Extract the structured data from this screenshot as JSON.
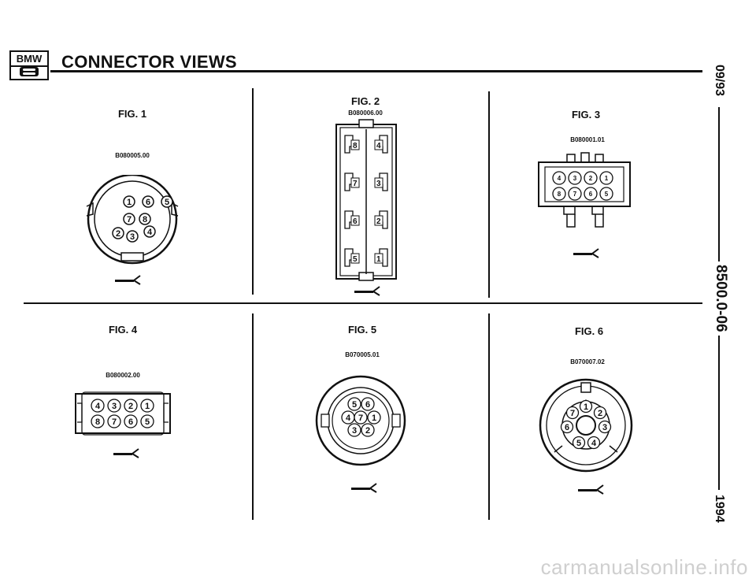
{
  "header": {
    "logo_top": "BMW",
    "logo_bottom": "8",
    "title": "CONNECTOR VIEWS"
  },
  "side": {
    "date": "09/93",
    "page": "8500.0-06",
    "year": "1994"
  },
  "figures": [
    {
      "label": "FIG. 1",
      "code": "B080005.00"
    },
    {
      "label": "FIG. 2",
      "code": "B080006.00"
    },
    {
      "label": "FIG. 3",
      "code": "B080001.01"
    },
    {
      "label": "FIG. 4",
      "code": "B080002.00"
    },
    {
      "label": "FIG. 5",
      "code": "B070005.01"
    },
    {
      "label": "FIG. 6",
      "code": "B070007.02"
    }
  ],
  "watermark": "carmanualsonline.info"
}
